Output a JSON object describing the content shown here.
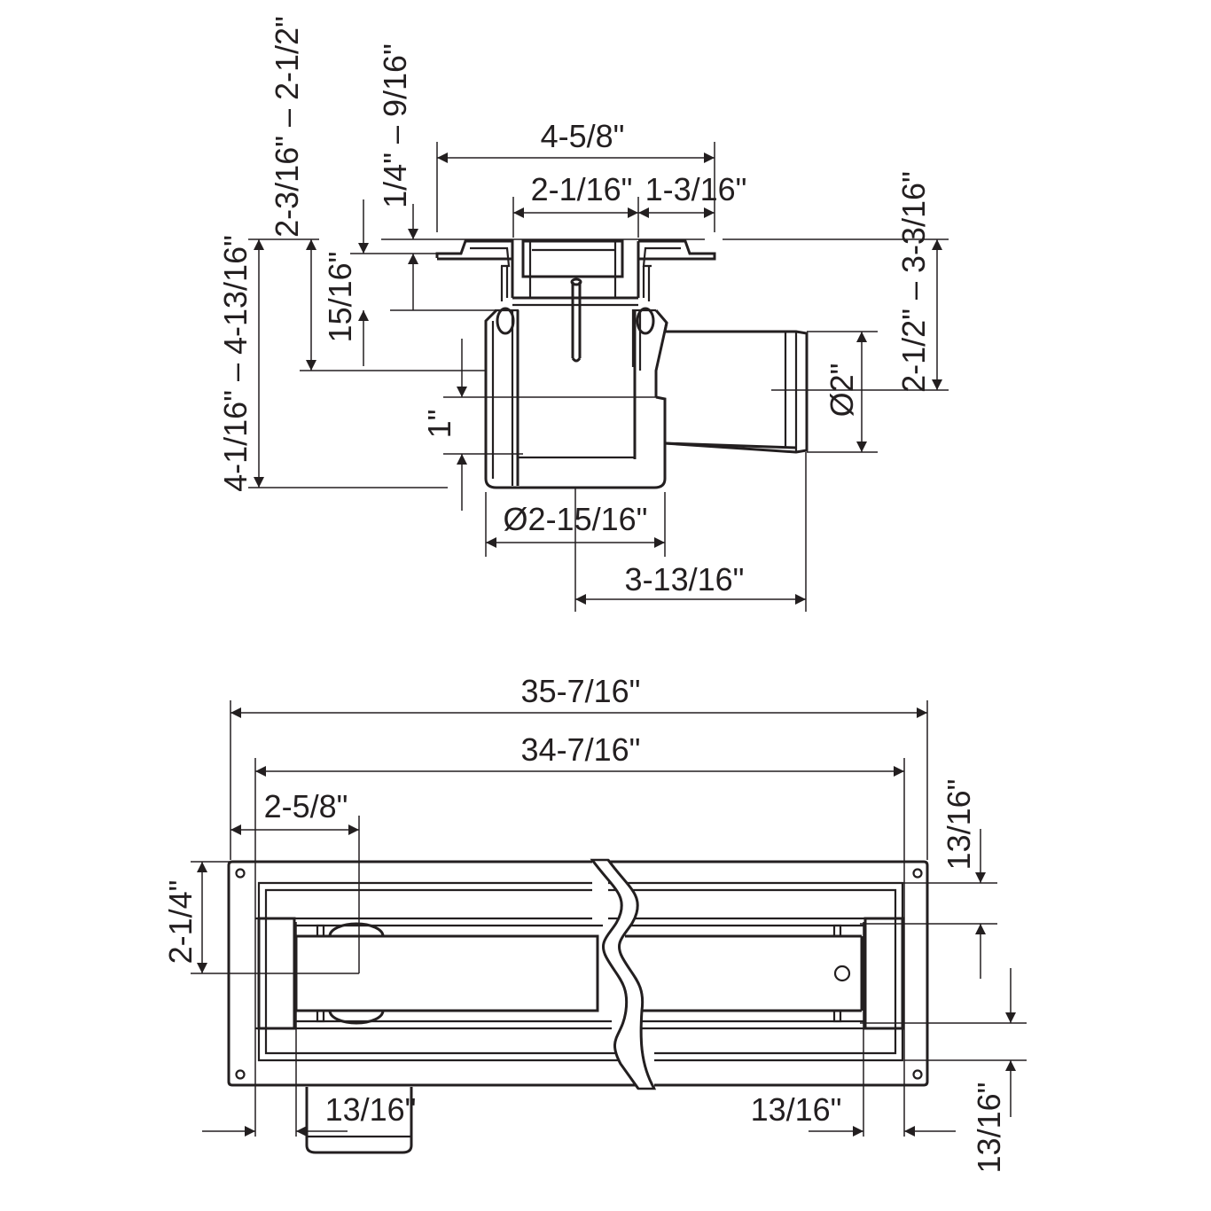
{
  "side_view": {
    "dim_top_width": "4-5/8\"",
    "dim_inner_width": "2-1/16\"",
    "dim_flange": "1-3/16\"",
    "dim_range_a": "2-3/16\" – 2-1/2\"",
    "dim_range_b": "1/4\" – 9/16\"",
    "dim_range_c": "4-1/16\" – 4-13/16\"",
    "dim_15_16": "15/16\"",
    "dim_1": "1\"",
    "dim_range_d": "2-1/2\" – 3-3/16\"",
    "dim_outlet_dia": "Ø2\"",
    "dim_body_dia": "Ø2-15/16\"",
    "dim_offset": "3-13/16\""
  },
  "plan_view": {
    "dim_overall": "35-7/16\"",
    "dim_channel": "34-7/16\"",
    "dim_outlet_pos": "2-5/8\"",
    "dim_width": "2-1/4\"",
    "dim_left_gap": "13/16\"",
    "dim_right_gap": "13/16\"",
    "dim_edge_top": "13/16\"",
    "dim_edge_bottom": "13/16\""
  }
}
